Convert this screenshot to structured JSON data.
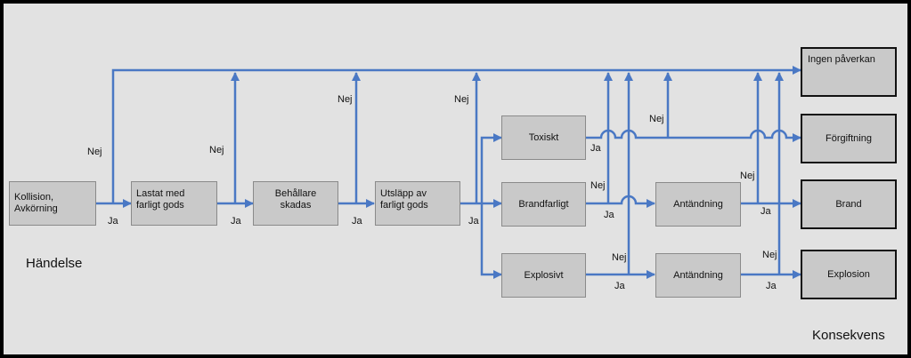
{
  "nodes": {
    "kollision": "Kollision,\nAvkörning",
    "lastat": "Lastat med\nfarligt gods",
    "behallare": "Behållare\nskadas",
    "utslapp": "Utsläpp av\nfarligt gods",
    "toxiskt": "Toxiskt",
    "brandfarligt": "Brandfarligt",
    "explosivt": "Explosivt",
    "antandning_1": "Antändning",
    "antandning_2": "Antändning"
  },
  "outcomes": {
    "ingen": "Ingen påverkan",
    "forgiftning": "Förgiftning",
    "brand": "Brand",
    "explosion": "Explosion"
  },
  "edge_labels": {
    "ja": "Ja",
    "nej": "Nej"
  },
  "section_labels": {
    "handelse": "Händelse",
    "konsekvens": "Konsekvens"
  },
  "colors": {
    "arrow": "#4a78c4",
    "box_fill": "#c9c9c9",
    "background": "#e2e2e2",
    "frame": "#000000"
  }
}
